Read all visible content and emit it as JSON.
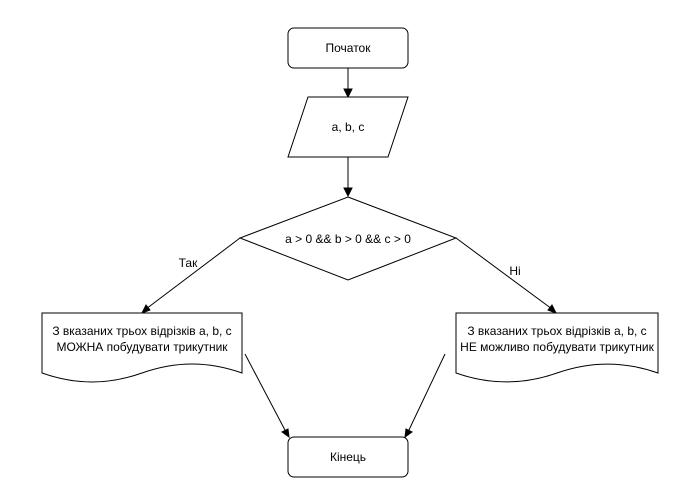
{
  "nodes": {
    "start": {
      "label": "Початок",
      "shape": "terminator"
    },
    "input": {
      "label": "a, b, c",
      "shape": "parallelogram"
    },
    "condition": {
      "label": "a > 0 && b > 0 && c > 0",
      "shape": "decision"
    },
    "output_yes": {
      "shape": "document",
      "lines": [
        "З вказаних трьох відрізків a, b, c",
        "МОЖНА побудувати трикутник"
      ]
    },
    "output_no": {
      "shape": "document",
      "lines": [
        "З вказаних трьох відрізків a, b, c",
        "НЕ можливо побудувати трикутник"
      ]
    },
    "end": {
      "label": "Кінець",
      "shape": "terminator"
    }
  },
  "edges": {
    "yes_label": "Так",
    "no_label": "Ні"
  },
  "colors": {
    "stroke": "#000000",
    "fill": "#ffffff",
    "text": "#000000"
  }
}
